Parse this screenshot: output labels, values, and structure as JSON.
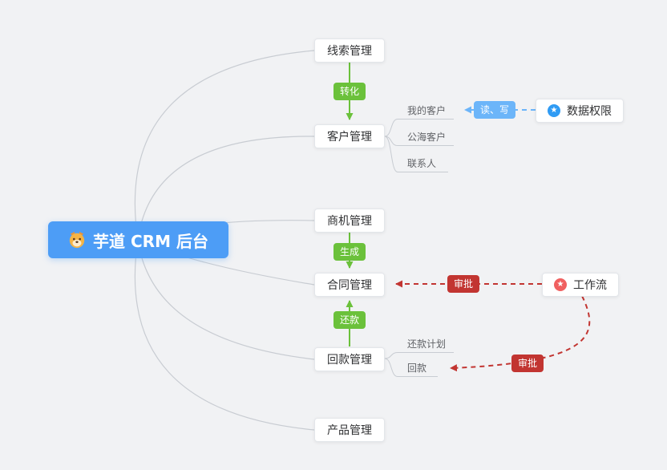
{
  "root": {
    "label": "芋道 CRM 后台",
    "emoji": "dog-face"
  },
  "modules": [
    {
      "label": "线索管理"
    },
    {
      "label": "客户管理"
    },
    {
      "label": "商机管理"
    },
    {
      "label": "合同管理"
    },
    {
      "label": "回款管理"
    },
    {
      "label": "产品管理"
    }
  ],
  "customer_children": [
    {
      "label": "我的客户"
    },
    {
      "label": "公海客户"
    },
    {
      "label": "联系人"
    }
  ],
  "receivable_children": [
    {
      "label": "还款计划"
    },
    {
      "label": "回款"
    }
  ],
  "badges": {
    "convert": {
      "label": "转化"
    },
    "generate": {
      "label": "生成"
    },
    "repay": {
      "label": "还款"
    },
    "read_write": {
      "label": "读、写"
    },
    "approve_contract": {
      "label": "审批"
    },
    "approve_receivable": {
      "label": "审批"
    }
  },
  "side_nodes": [
    {
      "label": "数据权限",
      "glyph": "★"
    },
    {
      "label": "工作流",
      "glyph": "★"
    }
  ],
  "colors": {
    "root_bg": "#4d9df6",
    "flow_green": "#6bc13b",
    "permission_blue": "#6cb5f9",
    "approval_red": "#c23531",
    "wire_gray": "#c8ccd2",
    "canvas_bg": "#f1f2f4"
  }
}
